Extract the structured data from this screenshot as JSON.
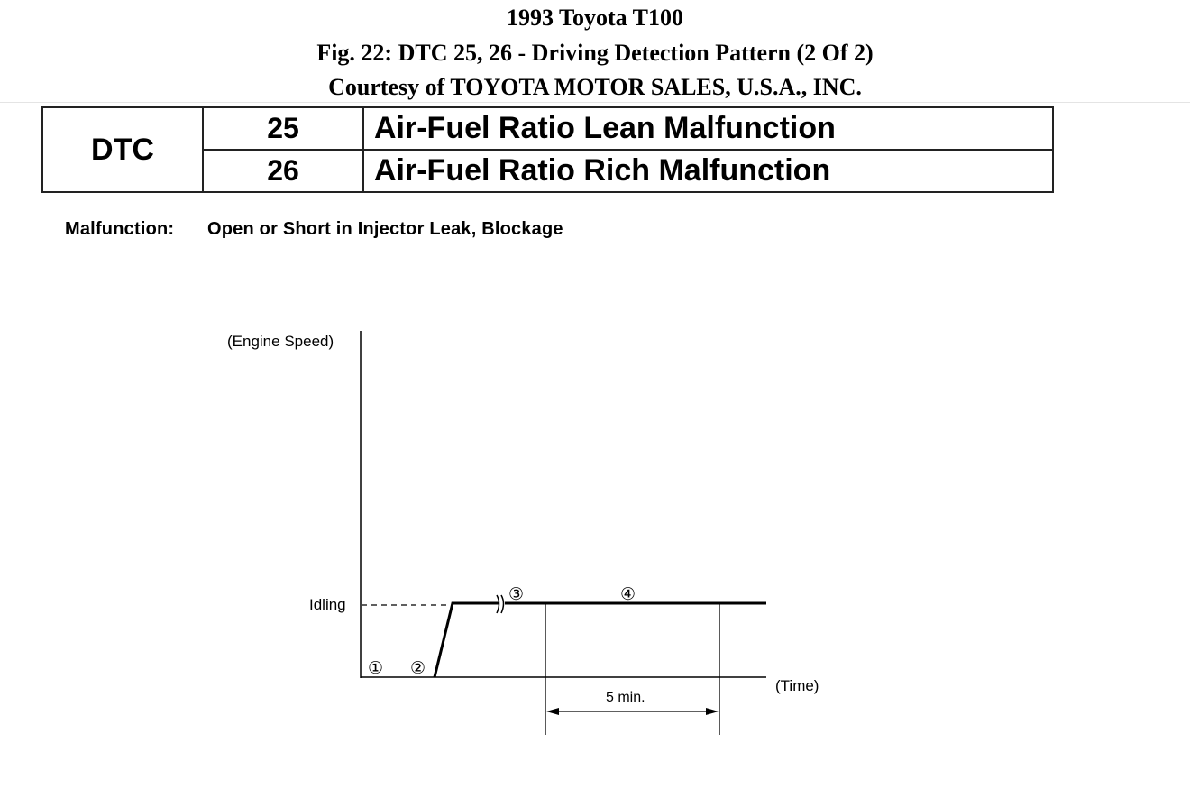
{
  "header": {
    "vehicle": "1993 Toyota T100",
    "figure": "Fig. 22: DTC 25, 26 - Driving Detection Pattern (2 Of 2)",
    "courtesy": "Courtesy of TOYOTA MOTOR SALES, U.S.A., INC."
  },
  "dtc_table": {
    "label": "DTC",
    "rows": [
      {
        "code": "25",
        "description": "Air-Fuel Ratio Lean Malfunction"
      },
      {
        "code": "26",
        "description": "Air-Fuel Ratio Rich Malfunction"
      }
    ]
  },
  "malfunction": {
    "label": "Malfunction:",
    "text": "Open or Short in Injector Leak, Blockage"
  },
  "diagram": {
    "y_axis_label": "(Engine Speed)",
    "x_axis_label": "(Time)",
    "idle_label": "Idling",
    "duration_label": "5 min.",
    "steps": [
      "①",
      "②",
      "③",
      "④"
    ]
  }
}
